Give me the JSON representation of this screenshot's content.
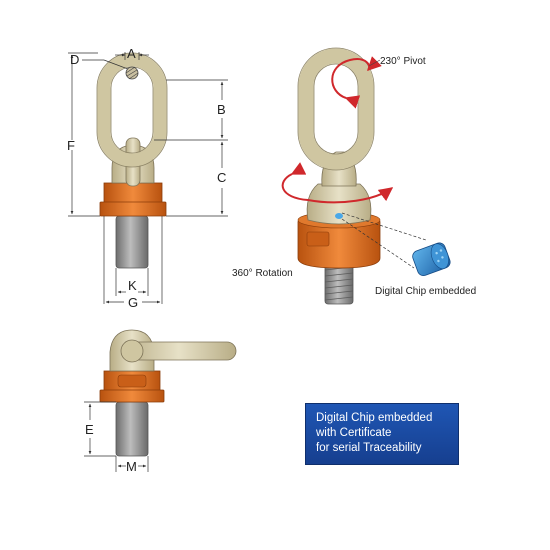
{
  "dimension_labels": {
    "a": "A",
    "b": "B",
    "c": "C",
    "d": "D",
    "e": "E",
    "f": "F",
    "g": "G",
    "k": "K",
    "m": "M"
  },
  "annotations": {
    "pivot": "230° Pivot",
    "rotation": "360° Rotation",
    "chip": "Digital Chip embedded"
  },
  "info_box": {
    "line1": "Digital Chip embedded",
    "line2": "with Certificate",
    "line3": "for serial Traceability"
  },
  "colors": {
    "body": "#d8d0b0",
    "body_shade": "#b7ad88",
    "orange": "#d9691e",
    "orange_dark": "#a84a10",
    "bolt": "#8e8e8e",
    "arrow_red": "#d0282c",
    "chip_blue": "#2a7fc8",
    "box_blue": "#1a4ea7"
  },
  "icons": {
    "pivot_arrow": "curved-arrow-icon",
    "rotation_arrow": "curved-arrow-icon"
  }
}
